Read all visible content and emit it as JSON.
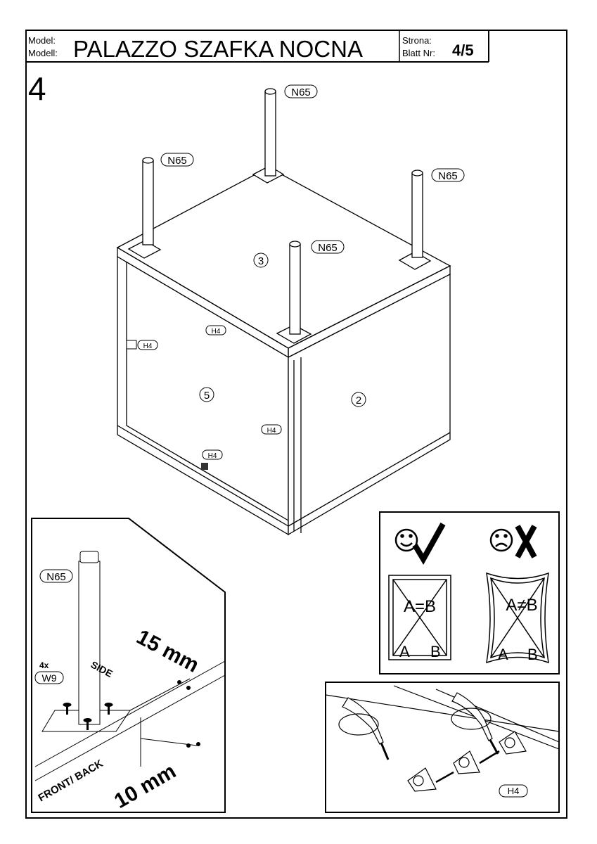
{
  "header": {
    "model_label_1": "Model:",
    "model_label_2": "Modell:",
    "title": "PALAZZO SZAFKA NOCNA",
    "page_label_1": "Strona:",
    "page_label_2": "Blatt Nr:",
    "page_number": "4/5"
  },
  "step_number": "4",
  "main_drawing": {
    "leg_labels": [
      "N65",
      "N65",
      "N65",
      "N65"
    ],
    "part_labels": [
      "3",
      "5",
      "2"
    ],
    "connector_labels": [
      "H4",
      "H4",
      "H4",
      "H4"
    ]
  },
  "detail_inset": {
    "leg_label": "N65",
    "screw_count": "4x",
    "screw_label": "W9",
    "side_distance": "15 mm",
    "side_label": "SIDE",
    "front_back_label": "FRONT/ BACK",
    "front_back_distance": "10 mm"
  },
  "squareness_check": {
    "correct_label": "A=B",
    "incorrect_label": "A≠B",
    "corner_a": "A",
    "corner_b": "B"
  },
  "connector_detail": {
    "label": "H4"
  }
}
